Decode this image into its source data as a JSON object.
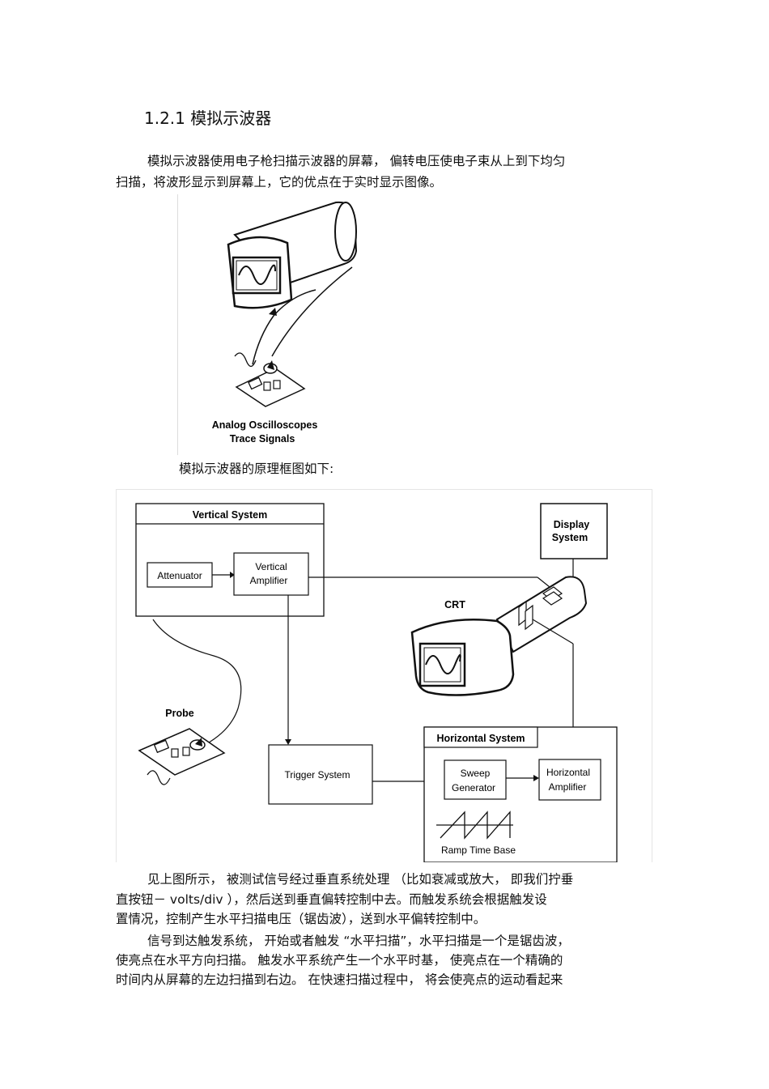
{
  "section": {
    "heading": "1.2.1  模拟示波器"
  },
  "intro": {
    "line1": "模拟示波器使用电子枪扫描示波器的屏幕，     偏转电压使电子束从上到下均匀",
    "line2": "扫描，将波形显示到屏幕上，它的优点在于实时显示图像。"
  },
  "figure1": {
    "caption_line1": "Analog Oscilloscopes",
    "caption_line2": "Trace Signals"
  },
  "figure_intro": "模拟示波器的原理框图如下:",
  "diagram": {
    "vertical_system": "Vertical System",
    "attenuator": "Attenuator",
    "vertical_amp_line1": "Vertical",
    "vertical_amp_line2": "Amplifier",
    "display_line1": "Display",
    "display_line2": "System",
    "crt": "CRT",
    "probe": "Probe",
    "trigger": "Trigger System",
    "horizontal_system": "Horizontal System",
    "sweep_line1": "Sweep",
    "sweep_line2": "Generator",
    "horiz_amp_line1": "Horizontal",
    "horiz_amp_line2": "Amplifier",
    "ramp": "Ramp Time Base"
  },
  "body": {
    "p1_line1": "见上图所示，  被测试信号经过垂直系统处理   （比如衰减或放大，   即我们拧垂",
    "p1_line2": "直按钮－ volts/div    ），然后送到垂直偏转控制中去。而触发系统会根据触发设",
    "p1_line3": "置情况，控制产生水平扫描电压（锯齿波），送到水平偏转控制中。",
    "p2_line1": "信号到达触发系统，  开始或者触发 “水平扫描”，水平扫描是一个是锯齿波，",
    "p2_line2": "使亮点在水平方向扫描。  触发水平系统产生一个水平时基，    使亮点在一个精确的",
    "p2_line3": "时间内从屏幕的左边扫描到右边。    在快速扫描过程中，  将会使亮点的运动看起来"
  }
}
